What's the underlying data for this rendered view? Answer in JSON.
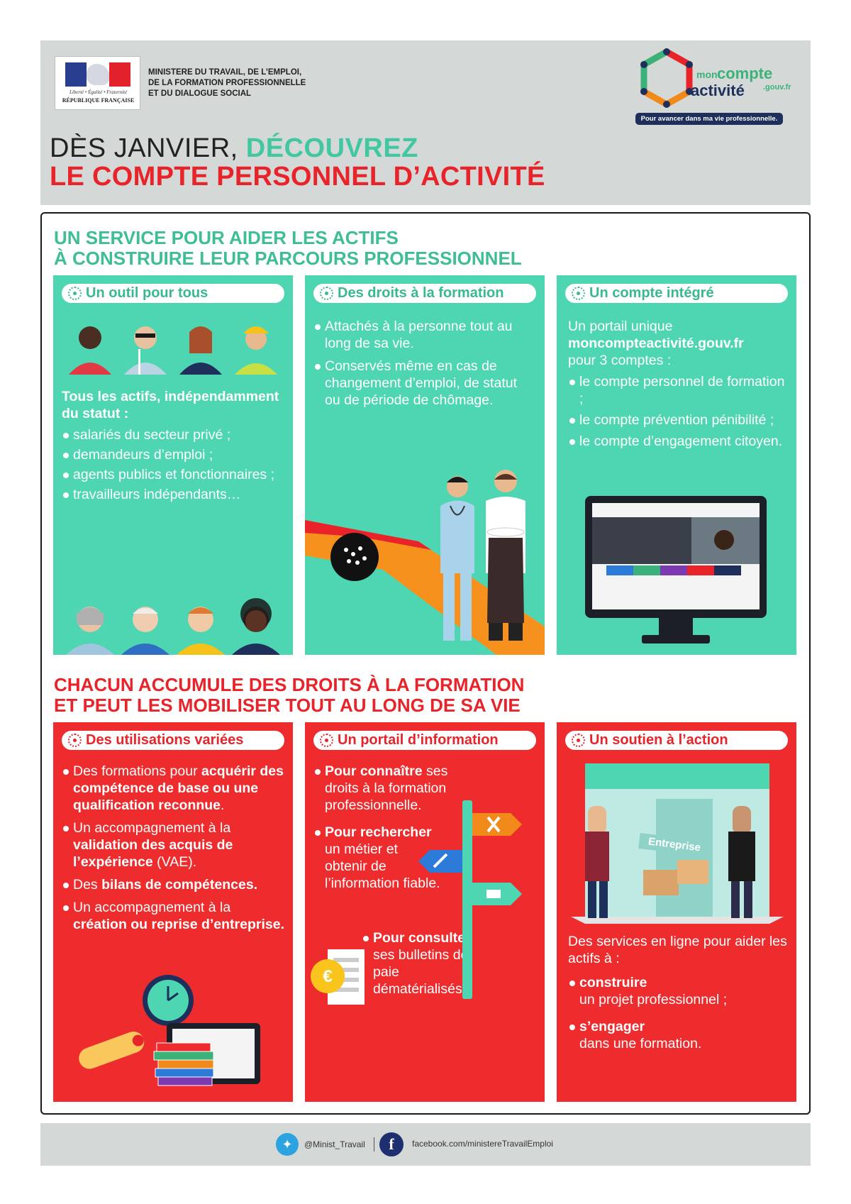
{
  "header": {
    "rf_motto": "Liberté • Égalité • Fraternité",
    "rf_name": "RÉPUBLIQUE FRANÇAISE",
    "ministry_lines": [
      "MINISTERE DU TRAVAIL, DE L’EMPLOI,",
      "DE LA FORMATION PROFESSIONNELLE",
      "ET DU DIALOGUE SOCIAL"
    ],
    "brand": {
      "mon": "mon",
      "compte": "compte",
      "activite": "activité",
      "gouv": ".gouv.fr",
      "tagline": "Pour avancer dans ma vie professionnelle."
    },
    "title_line1_plain": "DÈS JANVIER, ",
    "title_line1_accent": "DÉCOUVREZ",
    "title_line2": "LE COMPTE PERSONNEL D’ACTIVITÉ"
  },
  "section1": {
    "title_lines": [
      "UN SERVICE POUR AIDER LES ACTIFS",
      "À CONSTRUIRE LEUR PARCOURS PROFESSIONNEL"
    ],
    "cards": [
      {
        "pill": "Un outil pour tous",
        "intro": "Tous les actifs, indépendamment du statut :",
        "bullets": [
          "salariés du secteur privé ;",
          "demandeurs d’emploi ;",
          "agents publics et fonctionnaires ;",
          "travailleurs indépendants…"
        ]
      },
      {
        "pill": "Des droits à la formation",
        "bullets": [
          "Attachés à la personne tout au long de sa vie.",
          "Conservés même en cas de changement d’emploi, de statut ou de période de chômage."
        ]
      },
      {
        "pill": "Un compte intégré",
        "intro1": "Un portail unique",
        "url": "moncompteactivité.gouv.fr",
        "intro2": "pour 3 comptes :",
        "bullets": [
          "le compte personnel de formation ;",
          "le compte prévention pénibilité ;",
          "le compte d’engagement citoyen."
        ]
      }
    ]
  },
  "section2": {
    "title_lines": [
      "CHACUN ACCUMULE DES DROITS À LA FORMATION",
      "ET PEUT LES MOBILISER TOUT AU LONG DE SA VIE"
    ],
    "cards": [
      {
        "pill": "Des utilisations variées",
        "b1a": "Des formations pour ",
        "b1b": "acquérir des compétence de base ou une qualification reconnue",
        "b1c": ".",
        "b2a": "Un accompagnement à la ",
        "b2b": "validation des acquis de l’expérience",
        "b2c": " (VAE).",
        "b3a": "Des ",
        "b3b": "bilans de compétences.",
        "b4a": "Un accompagnement à la ",
        "b4b": "création ou reprise d’entreprise."
      },
      {
        "pill": "Un portail d’information",
        "b1a": "Pour connaître",
        "b1b": " ses droits à la formation professionnelle.",
        "b2a": "Pour rechercher",
        "b2b": " un métier et obtenir de l’information fiable.",
        "b3a": "Pour consulter",
        "b3b": " ses bulletins de paie dématérialisés."
      },
      {
        "pill": "Un soutien à l’action",
        "sign": "Entreprise",
        "intro": "Des services en ligne pour aider les actifs à :",
        "b1a": "construire",
        "b1b": " un projet professionnel ;",
        "b2a": "s’engager",
        "b2b": " dans une formation."
      }
    ]
  },
  "footer": {
    "twitter": "@Minist_Travail",
    "facebook": "facebook.com/ministereTravailEmploi"
  },
  "colors": {
    "green": "#4ed6b2",
    "red": "#ee2b2d",
    "navy": "#1d2f5a",
    "grey": "#d4d9d7"
  }
}
